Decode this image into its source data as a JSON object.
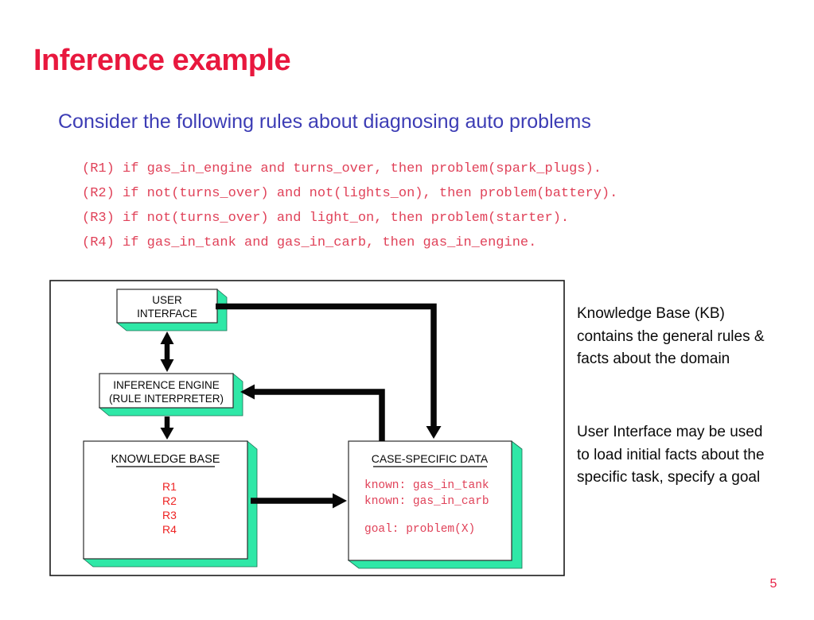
{
  "slide": {
    "title": "Inference example",
    "subtitle": "Consider the following rules about diagnosing auto problems",
    "page_number": "5",
    "colors": {
      "title_red": "#e8183e",
      "subtitle_blue": "#3d3db5",
      "rule_crimson": "#e04259",
      "kb_rule_red": "#ee2222",
      "box_shadow_teal": "#2fe8a7",
      "arrow_black": "#070707"
    }
  },
  "rules": [
    "(R1) if gas_in_engine and turns_over, then problem(spark_plugs).",
    "(R2) if not(turns_over) and not(lights_on), then problem(battery).",
    "(R3) if not(turns_over) and light_on, then problem(starter).",
    "(R4) if gas_in_tank and gas_in_carb, then gas_in_engine."
  ],
  "diagram": {
    "boxes": {
      "user_interface": {
        "lines": [
          "USER",
          "INTERFACE"
        ]
      },
      "inference_engine": {
        "lines": [
          "INFERENCE ENGINE",
          "(RULE INTERPRETER)"
        ]
      },
      "knowledge_base": {
        "title": "KNOWLEDGE BASE",
        "rules": [
          "R1",
          "R2",
          "R3",
          "R4"
        ]
      },
      "case_specific_data": {
        "title": "CASE-SPECIFIC DATA",
        "lines": [
          "known: gas_in_tank",
          "known: gas_in_carb",
          "goal: problem(X)"
        ]
      }
    },
    "arrows": [
      "user-interface to case-specific-data",
      "case-specific-data to inference-engine",
      "user-interface to/from inference-engine (double)",
      "inference-engine to knowledge-base",
      "knowledge-base to case-specific-data"
    ]
  },
  "annotations": {
    "kb_note": [
      "Knowledge Base (KB)",
      "contains the general rules &",
      "facts about the domain"
    ],
    "ui_note": [
      "User Interface may be used",
      "to load initial facts about the",
      "specific task, specify a goal"
    ]
  }
}
